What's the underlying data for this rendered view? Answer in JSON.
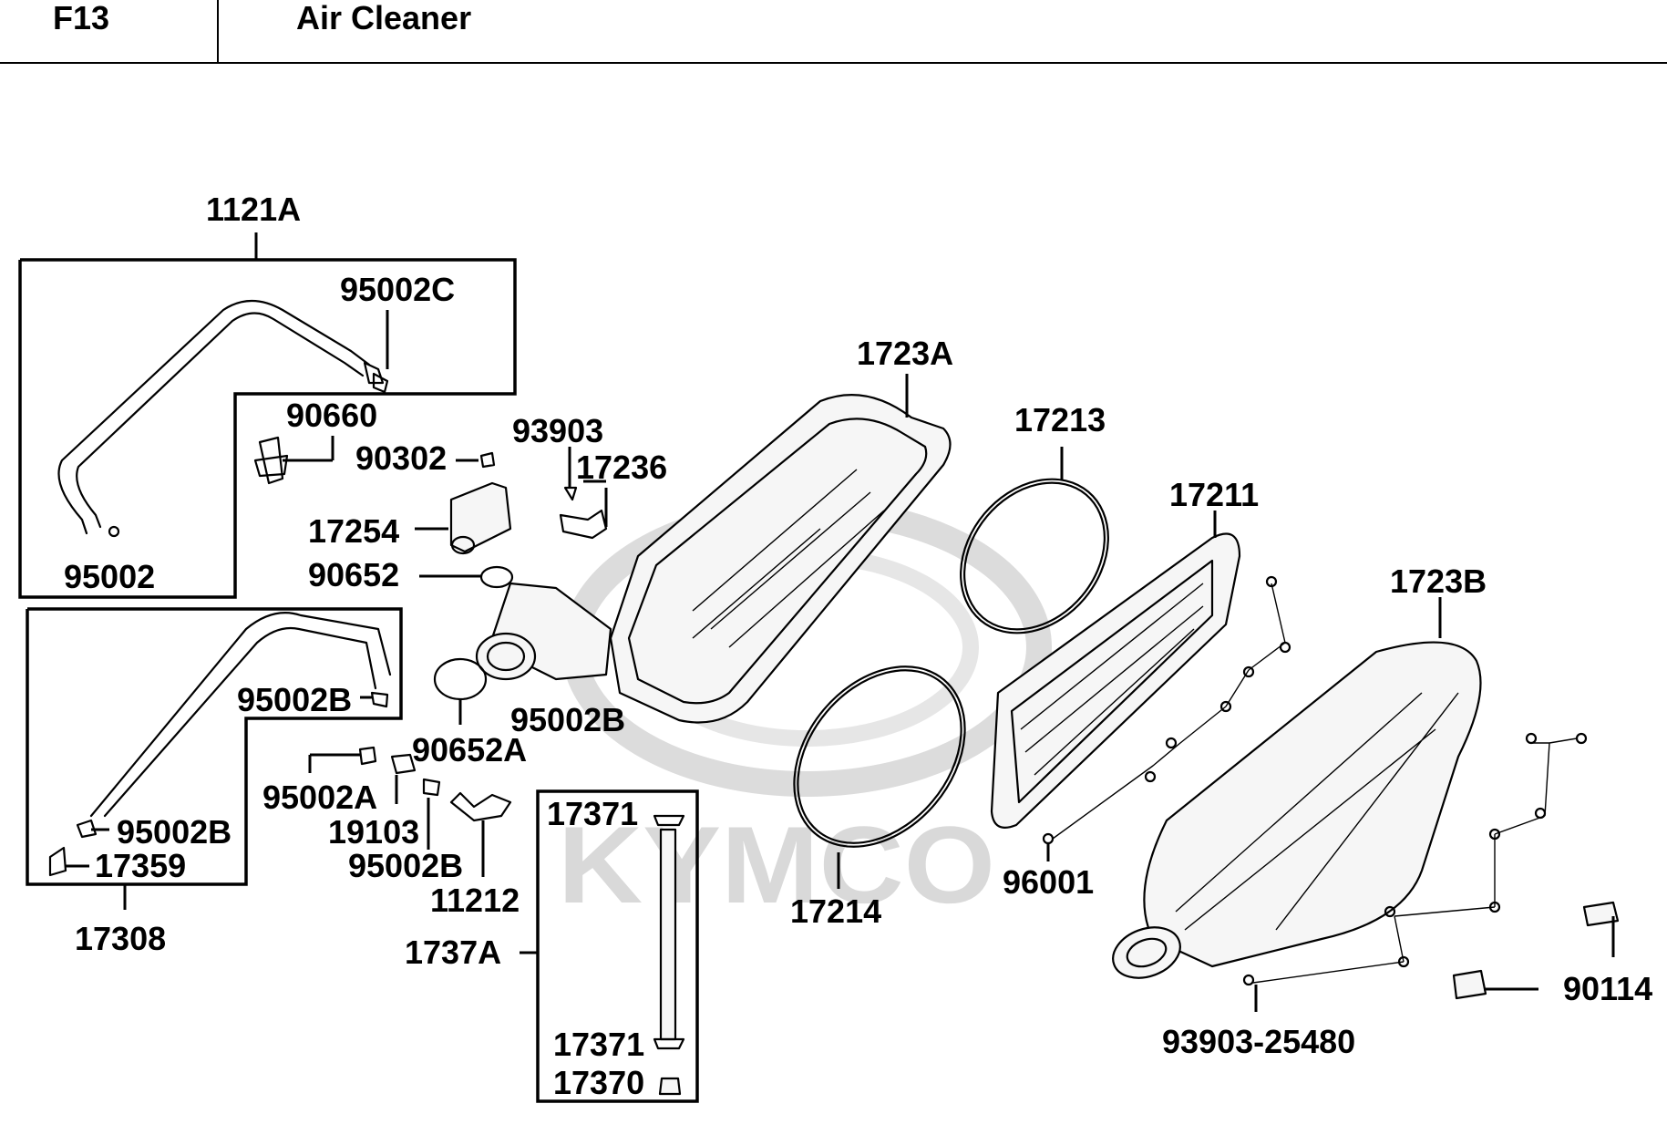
{
  "header": {
    "code": "F13",
    "title": "Air Cleaner"
  },
  "watermark": {
    "brand": "KYMCO",
    "color": "#d9d9d9"
  },
  "parts": {
    "p1121A": "1121A",
    "p95002C": "95002C",
    "p95002": "95002",
    "p90660": "90660",
    "p90302": "90302",
    "p93903": "93903",
    "p17236": "17236",
    "p17254": "17254",
    "p90652": "90652",
    "p90652A": "90652A",
    "p1723A": "1723A",
    "p17213": "17213",
    "p17211": "17211",
    "p1723B": "1723B",
    "p95002B_a": "95002B",
    "p95002B_b": "95002B",
    "p95002B_c": "95002B",
    "p95002B_d": "95002B",
    "p95002A": "95002A",
    "p19103": "19103",
    "p11212": "11212",
    "p17359": "17359",
    "p17308": "17308",
    "p1737A": "1737A",
    "p17371_a": "17371",
    "p17371_b": "17371",
    "p17370": "17370",
    "p17214": "17214",
    "p96001": "96001",
    "p90114": "90114",
    "p93903_25480": "93903-25480"
  }
}
